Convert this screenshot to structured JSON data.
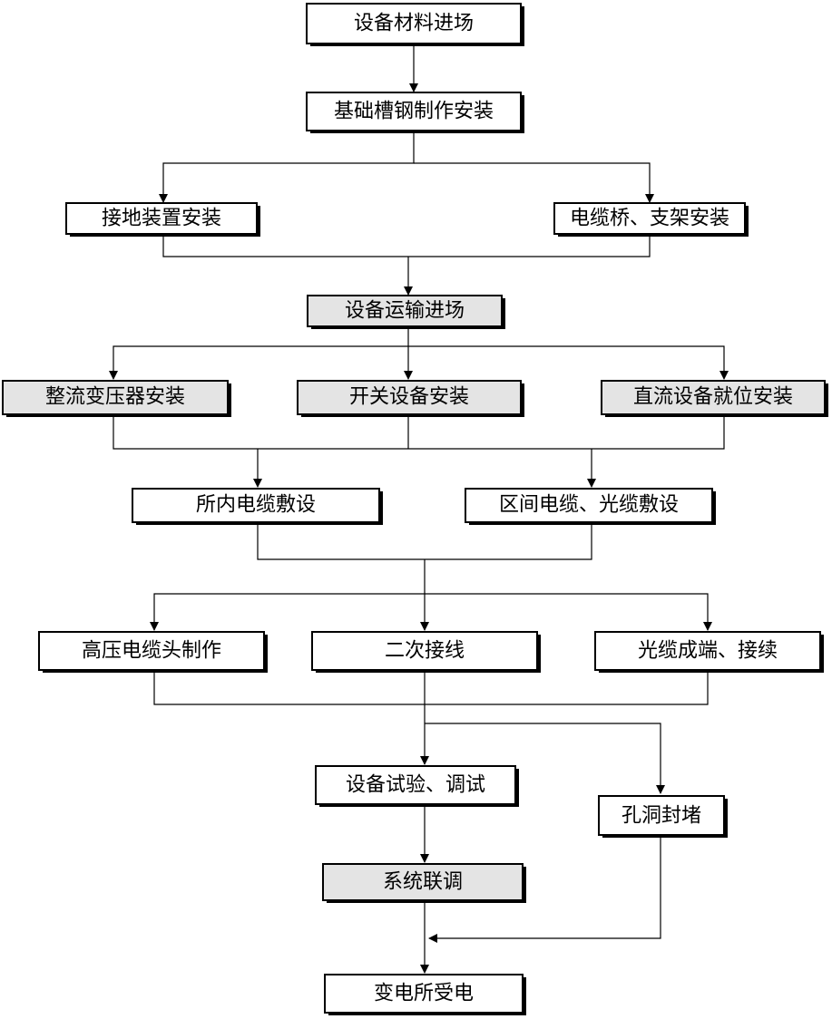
{
  "diagram": {
    "nodes": {
      "n1": {
        "label": "设备材料进场",
        "fill": "#ffffff"
      },
      "n2": {
        "label": "基础槽钢制作安装",
        "fill": "#ffffff"
      },
      "n3": {
        "label": "接地装置安装",
        "fill": "#ffffff"
      },
      "n4": {
        "label": "电缆桥、支架安装",
        "fill": "#ffffff"
      },
      "n5": {
        "label": "设备运输进场",
        "fill": "#e4e4e4"
      },
      "n6": {
        "label": "整流变压器安装",
        "fill": "#e4e4e4"
      },
      "n7": {
        "label": "开关设备安装",
        "fill": "#e4e4e4"
      },
      "n8": {
        "label": "直流设备就位安装",
        "fill": "#e4e4e4"
      },
      "n9": {
        "label": "所内电缆敷设",
        "fill": "#ffffff"
      },
      "n10": {
        "label": "区间电缆、光缆敷设",
        "fill": "#ffffff"
      },
      "n11": {
        "label": "高压电缆头制作",
        "fill": "#ffffff"
      },
      "n12": {
        "label": "二次接线",
        "fill": "#ffffff"
      },
      "n13": {
        "label": "光缆成端、接续",
        "fill": "#ffffff"
      },
      "n14": {
        "label": "设备试验、调试",
        "fill": "#ffffff"
      },
      "n15": {
        "label": "孔洞封堵",
        "fill": "#ffffff"
      },
      "n16": {
        "label": "系统联调",
        "fill": "#e4e4e4"
      },
      "n17": {
        "label": "变电所受电",
        "fill": "#ffffff"
      }
    }
  }
}
